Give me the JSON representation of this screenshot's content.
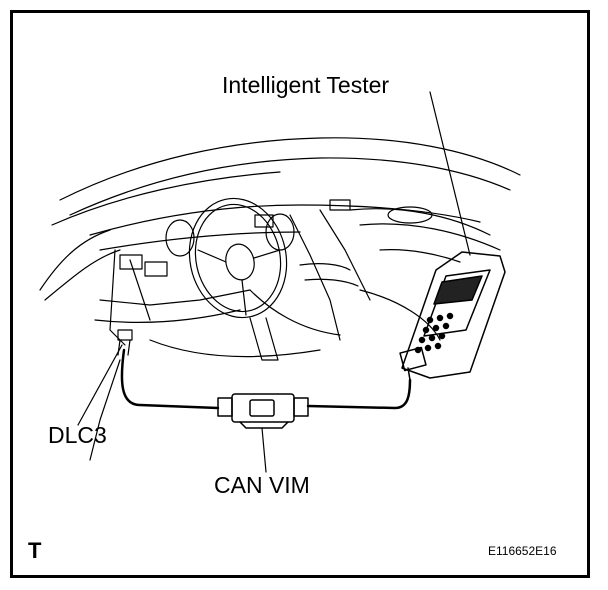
{
  "labels": {
    "tester": "Intelligent Tester",
    "dlc3": "DLC3",
    "can_vim": "CAN VIM",
    "corner_mark": "T",
    "figure_id": "E116652E16"
  }
}
